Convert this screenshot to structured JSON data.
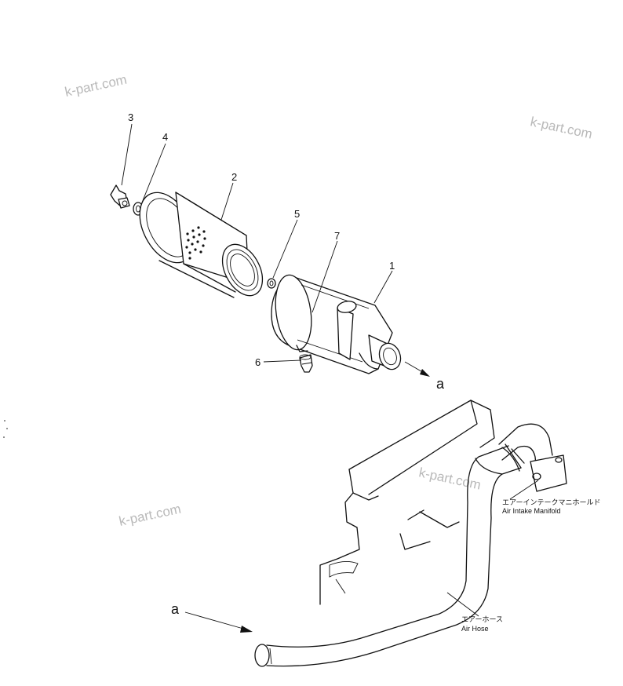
{
  "watermark": "k-part.com",
  "callouts": {
    "c1": "1",
    "c2": "2",
    "c3": "3",
    "c4": "4",
    "c5": "5",
    "c6": "6",
    "c7": "7"
  },
  "flow_marker_top": "a",
  "flow_marker_bottom": "a",
  "labels": {
    "manifold_jp": "エアーインテークマニホールド",
    "manifold_en": "Air Intake Manifold",
    "hose_jp": "エアーホース",
    "hose_en": "Air Hose"
  }
}
